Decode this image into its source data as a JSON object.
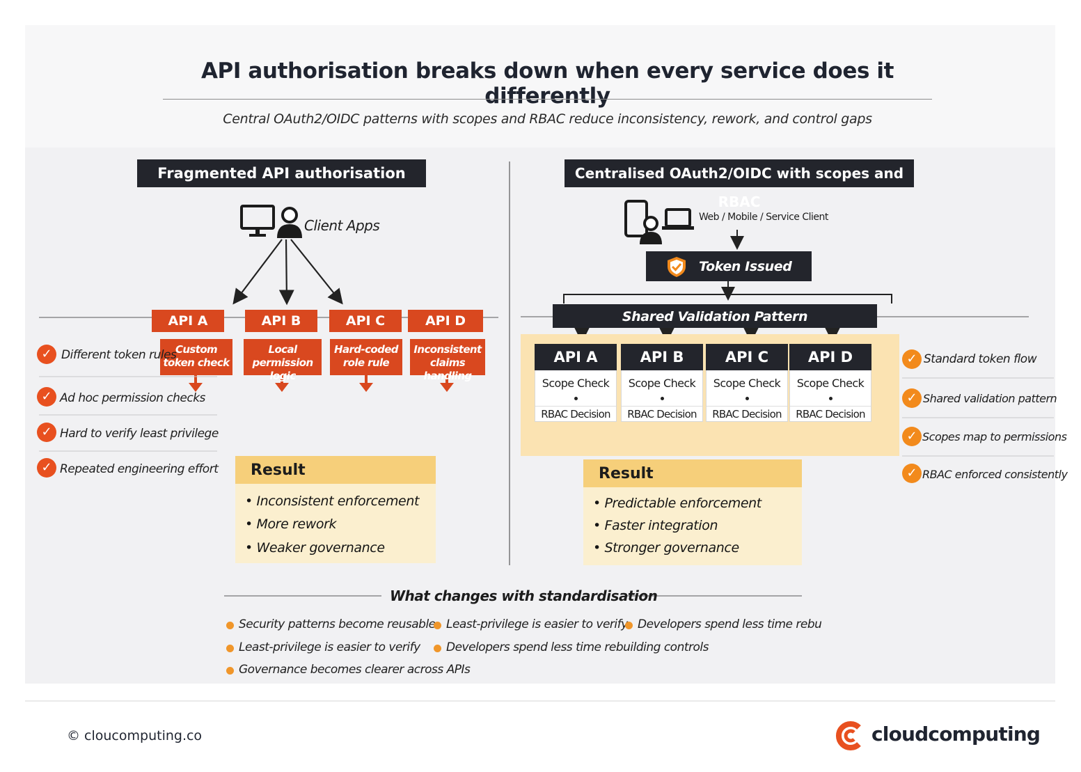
{
  "header": {
    "title": "API authorisation breaks down when every service does it differently",
    "subtitle": "Central OAuth2/OIDC patterns with scopes and RBAC reduce inconsistency, rework, and control gaps"
  },
  "left": {
    "heading": "Fragmented API authorisation",
    "client_label": "Client Apps",
    "apis": [
      {
        "name": "API A",
        "logic": "Custom token check"
      },
      {
        "name": "API B",
        "logic": "Local permission logic"
      },
      {
        "name": "API C",
        "logic": "Hard-coded role rule"
      },
      {
        "name": "API D",
        "logic": "Inconsistent claims handling"
      }
    ],
    "issues": [
      "Different token rules",
      "Ad hoc permission checks",
      "Hard to verify least privilege",
      "Repeated engineering effort"
    ],
    "result_title": "Result",
    "results": [
      "Inconsistent enforcement",
      "More rework",
      "Weaker governance"
    ]
  },
  "right": {
    "heading": "Centralised OAuth2/OIDC with scopes and RBAC",
    "client_label": "Web / Mobile / Service Client",
    "token_label": "Token Issued",
    "validation_label": "Shared Validation Pattern",
    "apis": [
      {
        "name": "API A",
        "scope": "Scope Check",
        "rbac": "RBAC Decision"
      },
      {
        "name": "API B",
        "scope": "Scope Check",
        "rbac": "RBAC Decision"
      },
      {
        "name": "API C",
        "scope": "Scope Check",
        "rbac": "RBAC Decision"
      },
      {
        "name": "API D",
        "scope": "Scope Check",
        "rbac": "RBAC Decision"
      }
    ],
    "benefits": [
      "Standard token flow",
      "Shared validation pattern",
      "Scopes map to permissions",
      "RBAC enforced consistently"
    ],
    "result_title": "Result",
    "results": [
      "Predictable enforcement",
      "Faster integration",
      "Stronger governance"
    ]
  },
  "changes": {
    "title": "What changes with standardisation",
    "items": [
      "Security patterns become reusable",
      "Least-privilege is easier to verify",
      "Developers spend less time rebu",
      "Least-privilege is easier to verify",
      "Developers spend less time rebuilding controls",
      "Governance becomes clearer across APIs"
    ]
  },
  "footer": {
    "copyright": "© cloucomputing.co",
    "brand": "cloudcomputing"
  },
  "colors": {
    "accent_red": "#d9481f",
    "accent_amber": "#f6cf7a",
    "dark": "#23252c"
  }
}
